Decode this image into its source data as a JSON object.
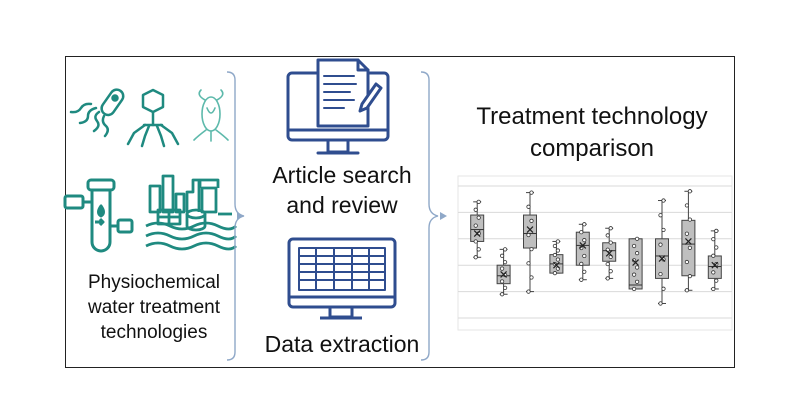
{
  "labels": {
    "left": [
      "Physiochemical",
      "water treatment",
      "technologies"
    ],
    "search": [
      "Article search",
      "and review"
    ],
    "extraction": "Data extraction",
    "right_title": [
      "Treatment technology",
      "comparison"
    ]
  },
  "icons": {
    "bacterium": "bacterium-icon",
    "bacteriophage": "bacteriophage-icon",
    "protozoa": "protozoa-icon",
    "pipe_filter": "pipe-filter-icon",
    "treatment_plant": "treatment-plant-icon",
    "document_monitor": "document-monitor-icon",
    "spreadsheet_monitor": "spreadsheet-monitor-icon"
  },
  "colors": {
    "teal": "#1f8a80",
    "navy": "#2f4d8f",
    "box_fill": "#bfbfbf"
  },
  "chart_data": {
    "type": "box",
    "series": [
      {
        "q1": 0.58,
        "median": 0.67,
        "q3": 0.78,
        "min": 0.46,
        "max": 0.88,
        "mean": 0.64
      },
      {
        "q1": 0.26,
        "median": 0.32,
        "q3": 0.4,
        "min": 0.18,
        "max": 0.52,
        "mean": 0.33
      },
      {
        "q1": 0.53,
        "median": 0.64,
        "q3": 0.78,
        "min": 0.2,
        "max": 0.95,
        "mean": 0.67
      },
      {
        "q1": 0.34,
        "median": 0.41,
        "q3": 0.48,
        "min": 0.34,
        "max": 0.58,
        "mean": 0.4
      },
      {
        "q1": 0.4,
        "median": 0.55,
        "q3": 0.65,
        "min": 0.29,
        "max": 0.71,
        "mean": 0.55
      },
      {
        "q1": 0.43,
        "median": 0.51,
        "q3": 0.57,
        "min": 0.3,
        "max": 0.68,
        "mean": 0.49
      },
      {
        "q1": 0.22,
        "median": 0.25,
        "q3": 0.6,
        "min": 0.22,
        "max": 0.6,
        "mean": 0.42
      },
      {
        "q1": 0.3,
        "median": 0.47,
        "q3": 0.6,
        "min": 0.11,
        "max": 0.89,
        "mean": 0.45
      },
      {
        "q1": 0.32,
        "median": 0.56,
        "q3": 0.74,
        "min": 0.21,
        "max": 0.96,
        "mean": 0.58
      },
      {
        "q1": 0.3,
        "median": 0.39,
        "q3": 0.47,
        "min": 0.22,
        "max": 0.66,
        "mean": 0.4
      }
    ],
    "ylim": [
      0,
      1
    ],
    "grid": true
  }
}
